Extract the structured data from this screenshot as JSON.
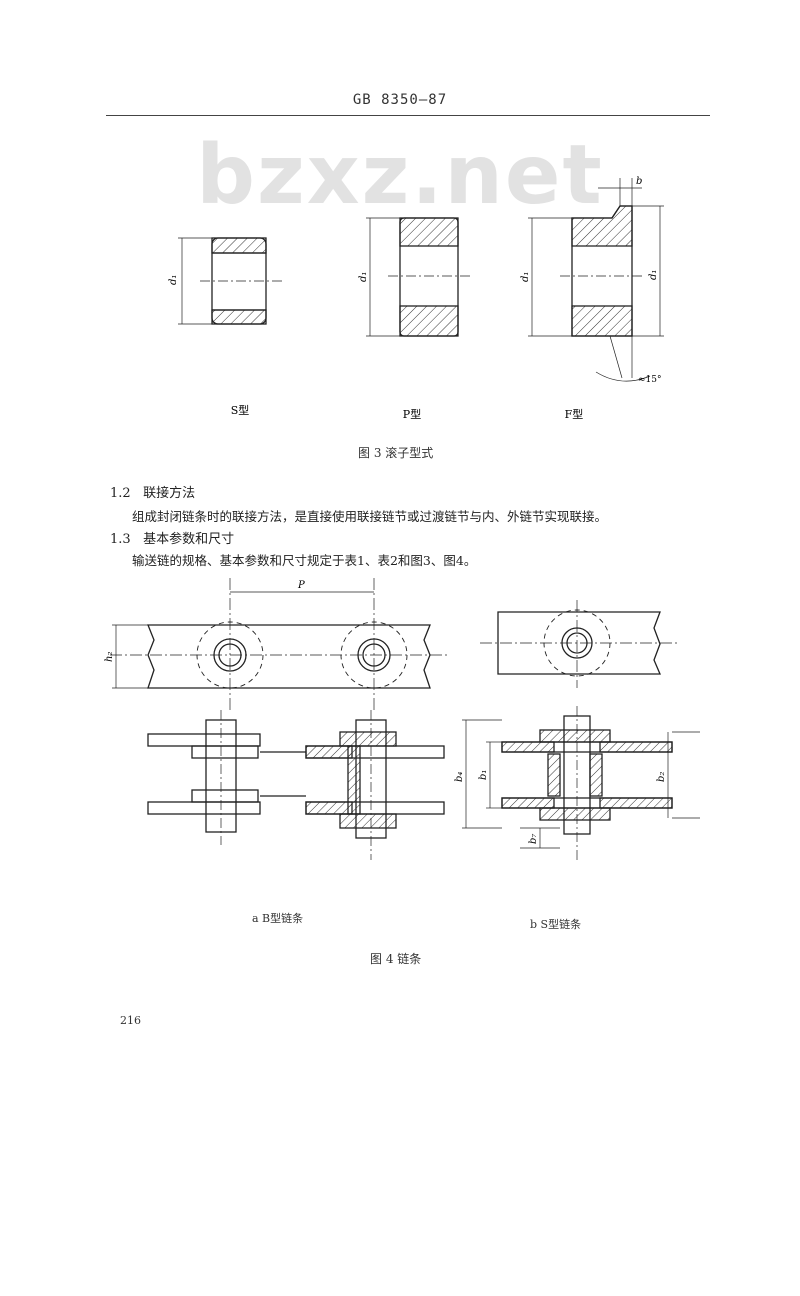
{
  "header": {
    "std_id": "GB 8350—87"
  },
  "watermark": "bzxz.net",
  "figure3": {
    "labels": {
      "s": "S型",
      "p": "P型",
      "f": "F型"
    },
    "dims": {
      "d1": "d₁",
      "b": "b",
      "angle": "≈15°"
    },
    "caption": "图 3   滚子型式"
  },
  "section_1_2": {
    "number": "1.2",
    "title": "联接方法",
    "text": "组成封闭链条时的联接方法，是直接使用联接链节或过渡链节与内、外链节实现联接。"
  },
  "section_1_3": {
    "number": "1.3",
    "title": "基本参数和尺寸",
    "text": "输送链的规格、基本参数和尺寸规定于表1、表2和图3、图4。"
  },
  "figure4": {
    "dims": {
      "p": "P",
      "h2": "h₂",
      "b4": "b₄",
      "b1": "b₁",
      "b2": "b₂",
      "b7": "b₇"
    },
    "sub_a": "a   B型链条",
    "sub_b": "b   S型链条",
    "caption": "图 4   链条"
  },
  "page_number": "216"
}
